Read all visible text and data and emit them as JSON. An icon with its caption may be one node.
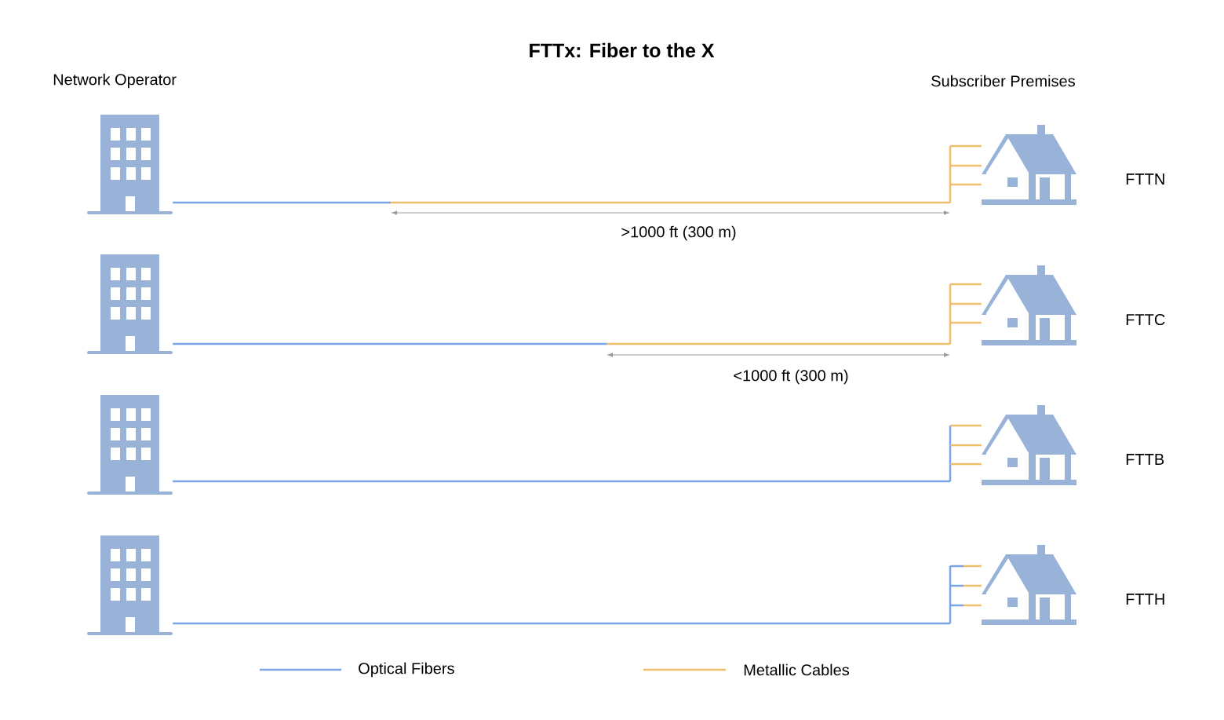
{
  "diagram": {
    "title": "FTTx: Fiber to the X",
    "nodes": [
      {
        "text": [],
        "shape": "picture"
      },
      {
        "text": [],
        "shape": "picture",
        "beside": [
          "FTTN"
        ]
      },
      {
        "text": [],
        "shape": "picture"
      },
      {
        "text": [],
        "shape": "picture",
        "beside": [
          "FTTC"
        ]
      },
      {
        "text": [],
        "shape": "picture"
      },
      {
        "text": [],
        "shape": "picture",
        "beside": [
          "FTTB"
        ]
      },
      {
        "text": [],
        "shape": "picture"
      },
      {
        "text": [],
        "shape": "picture",
        "beside": [
          "FTTH"
        ]
      }
    ],
    "edges": [
      {
        "from": 0,
        "to": 1,
        "arrow": "none",
        "color": "#eebd6d"
      },
      {
        "from": 2,
        "to": 3,
        "arrow": "none"
      },
      {
        "from": 4,
        "to": 5,
        "arrow": "none"
      },
      {
        "from": 6,
        "to": 7,
        "arrow": "none"
      }
    ],
    "labels": [
      "Network Operator",
      "Subscriber Premises",
      ">1000 ft (300 m)",
      "<1000 ft (300 m)"
    ],
    "legend": [
      {
        "text": "Optical Fibers"
      },
      {
        "text": "Metallic Cables"
      }
    ]
  }
}
